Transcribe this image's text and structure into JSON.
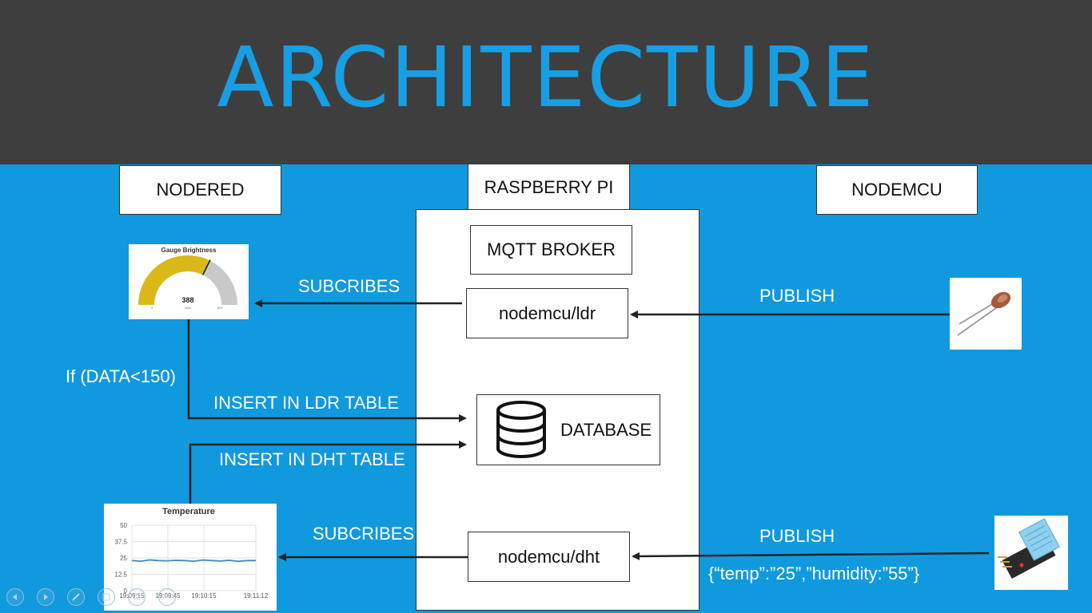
{
  "title": "ARCHITECTURE",
  "columns": {
    "nodered": "NODERED",
    "raspberry": "RASPBERRY PI",
    "nodemcu": "NODEMCU"
  },
  "broker": {
    "mqtt": "MQTT BROKER",
    "topic_ldr": "nodemcu/ldr",
    "topic_dht": "nodemcu/dht",
    "database": "DATABASE"
  },
  "arrows": {
    "subscribes_top": "SUBCRIBES",
    "subscribes_bottom": "SUBCRIBES",
    "publish_top": "PUBLISH",
    "publish_bottom": "PUBLISH",
    "insert_ldr": "INSERT IN LDR TABLE",
    "insert_dht": "INSERT IN DHT TABLE",
    "condition": "If (DATA<150)",
    "payload": "{“temp”:”25”,”humidity:”55”}"
  },
  "gauge": {
    "title": "Gauge Brightness",
    "value": "388",
    "unit": "units",
    "min": "0",
    "max": "600",
    "value_num": 388,
    "max_num": 600
  },
  "temp_chart": {
    "title": "Temperature",
    "y_ticks": [
      "50",
      "37.5",
      "25",
      "12.5",
      "0"
    ],
    "x_ticks": [
      "19:09:15",
      "19:09:45",
      "19:10:15",
      "19:11:12"
    ],
    "series": [
      23,
      22.5,
      23.5,
      23,
      22.8,
      23.2,
      23,
      22.5,
      23.4,
      23,
      22.7,
      23.2,
      22.4,
      23,
      23
    ]
  },
  "colors": {
    "background": "#1199de",
    "header": "#3e3e3e",
    "title": "#189ee3",
    "gauge_fill": "#dbb81a",
    "gauge_track": "#c9c9c9",
    "line": "#3b8cc8"
  }
}
